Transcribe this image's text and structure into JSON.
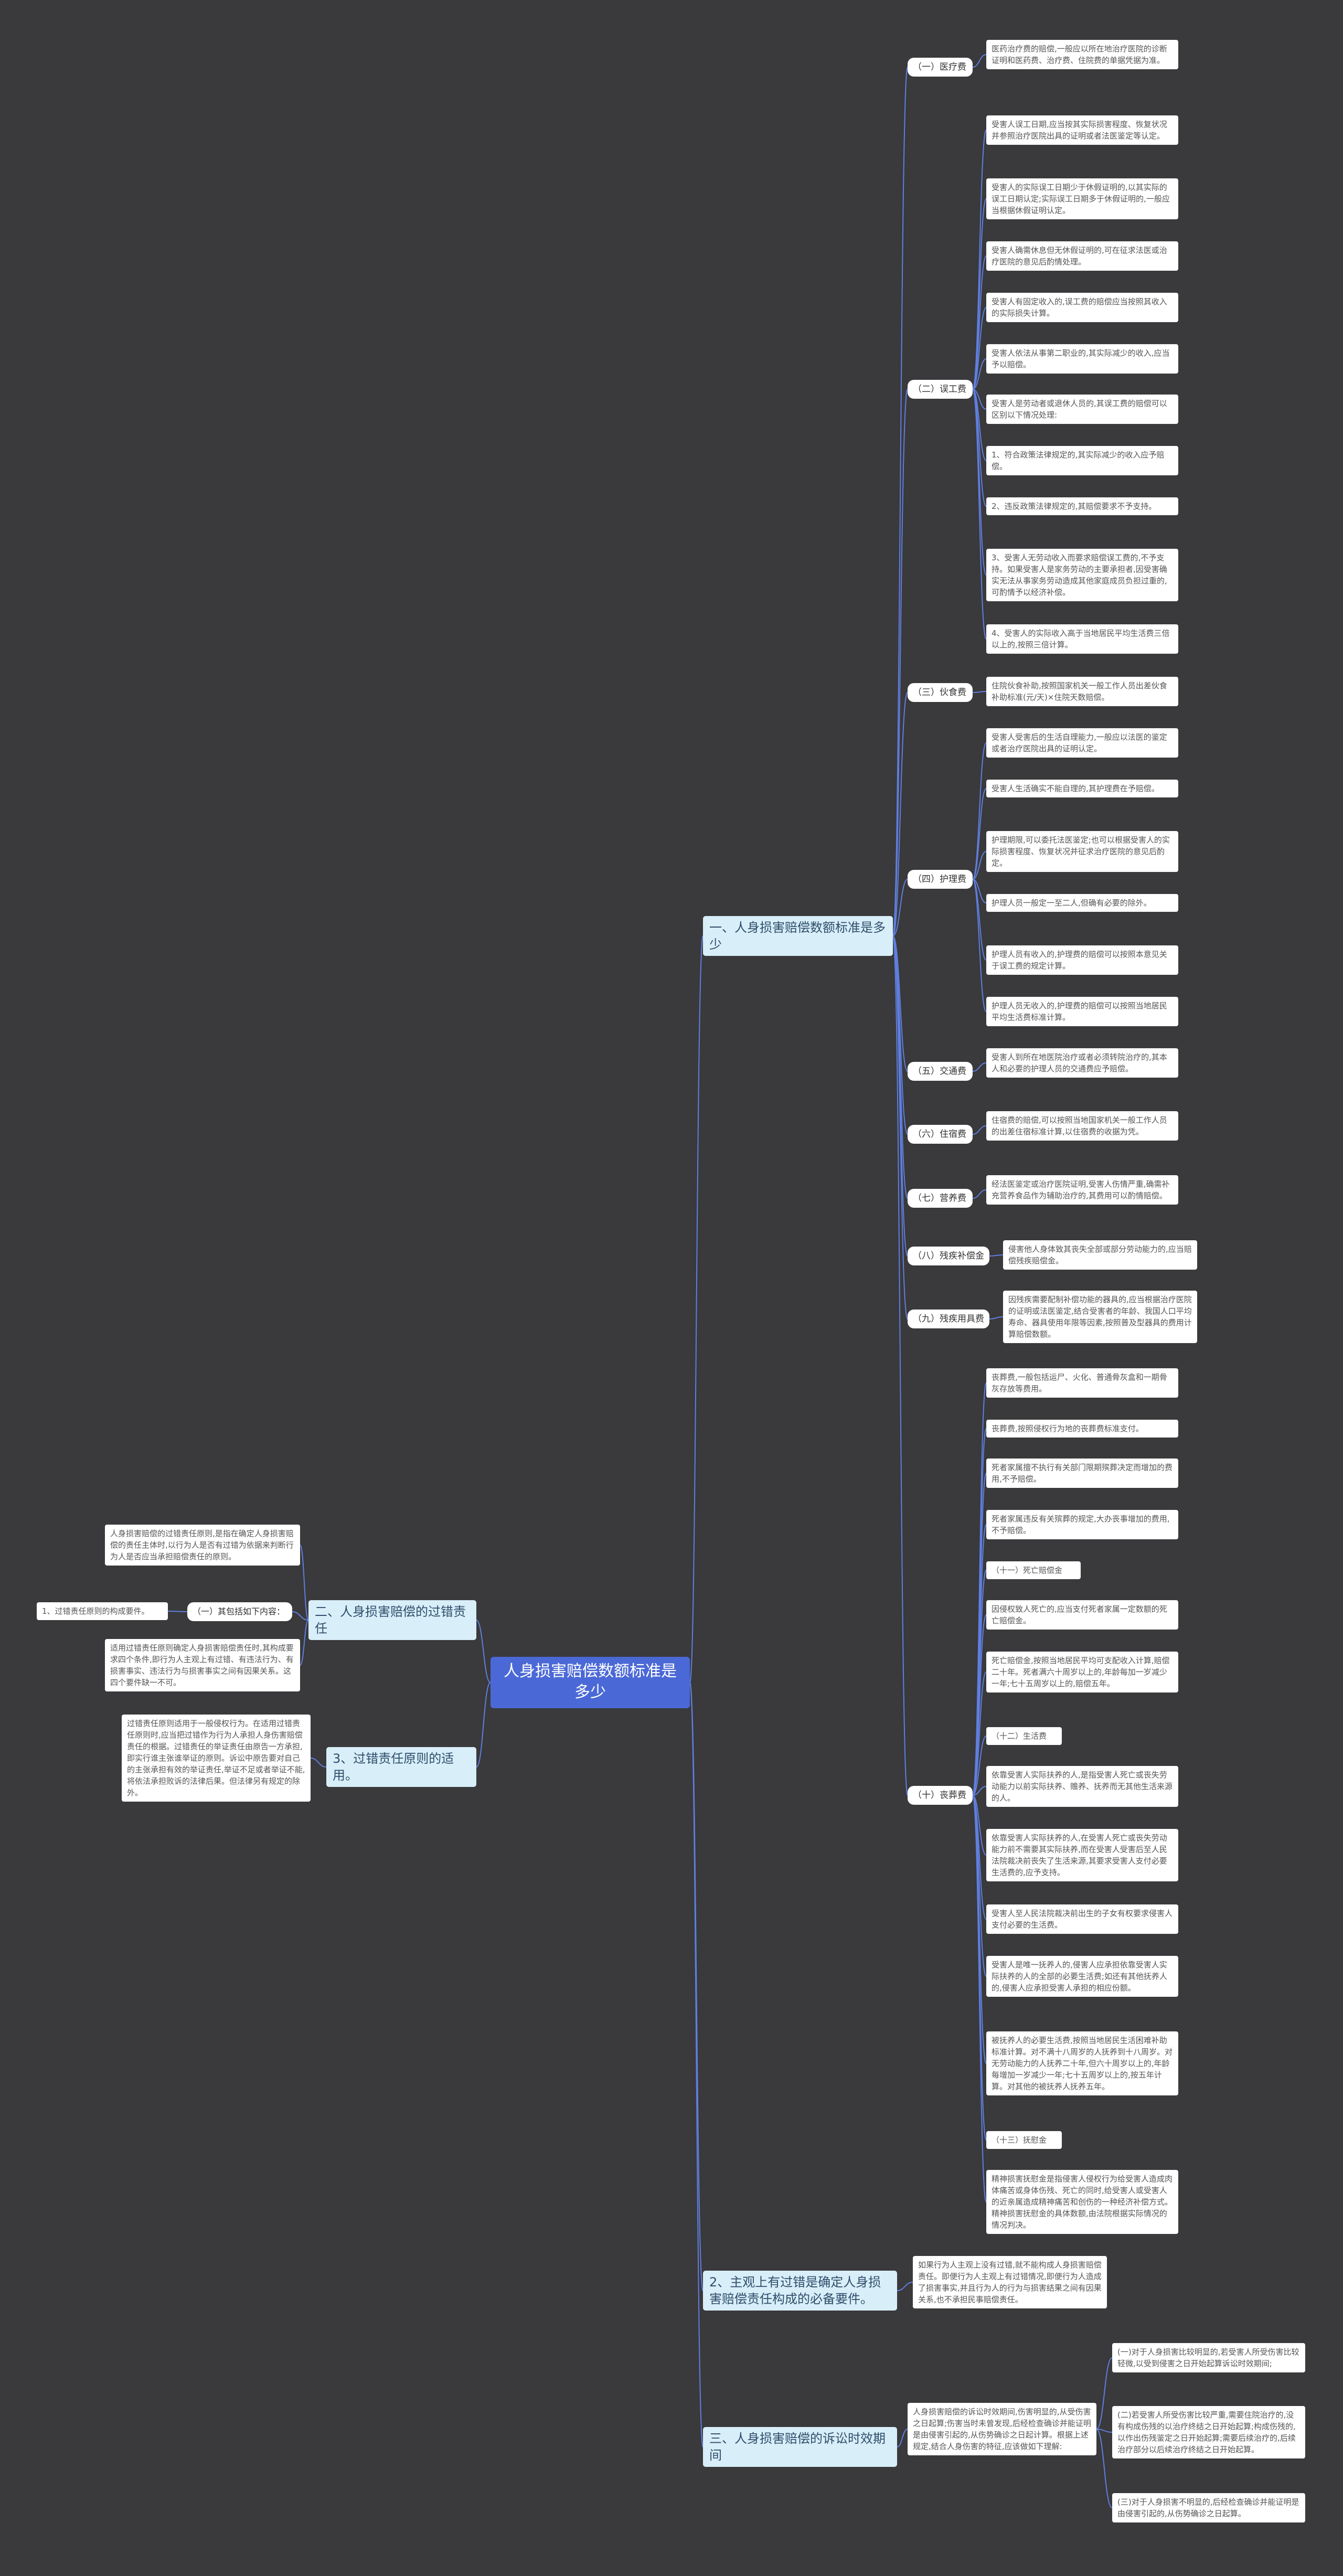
{
  "root": "人身损害赔偿数额标准是多少",
  "b1": {
    "title": "一、人身损害赔偿数额标准是多少",
    "c1": {
      "label": "（一）医疗费",
      "t1": "医药治疗费的赔偿,一般应以所在地治疗医院的诊断证明和医药费、治疗费、住院费的单据凭据为准。"
    },
    "c2": {
      "label": "（二）误工费",
      "t1": "受害人误工日期,应当按其实际损害程度、恢复状况并参照治疗医院出具的证明或者法医鉴定等认定。",
      "t2": "受害人的实际误工日期少于休假证明的,以其实际的误工日期认定;实际误工日期多于休假证明的,一般应当根据休假证明认定。",
      "t3": "受害人确需休息但无休假证明的,可在征求法医或治疗医院的意见后酌情处理。",
      "t4": "受害人有固定收入的,误工费的赔偿应当按照其收入的实际损失计算。",
      "t5": "受害人依法从事第二职业的,其实际减少的收入,应当予以赔偿。",
      "t6": "受害人是劳动者或退休人员的,其误工费的赔偿可以区别以下情况处理:",
      "t7": "1、符合政策法律规定的,其实际减少的收入应予赔偿。",
      "t8": "2、违反政策法律规定的,其赔偿要求不予支持。",
      "t9": "3、受害人无劳动收入而要求赔偿误工费的,不予支持。如果受害人是家务劳动的主要承担者,因受害确实无法从事家务劳动造成其他家庭成员负担过重的,可酌情予以经济补偿。",
      "t10": "4、受害人的实际收入高于当地居民平均生活费三倍以上的,按照三倍计算。"
    },
    "c3": {
      "label": "（三）伙食费",
      "t1": "住院伙食补助,按照国家机关一般工作人员出差伙食补助标准(元/天)×住院天数赔偿。"
    },
    "c4": {
      "label": "（四）护理费",
      "t1": "受害人受害后的生活自理能力,一般应以法医的鉴定或者治疗医院出具的证明认定。",
      "t2": "受害人生活确实不能自理的,其护理费在予赔偿。",
      "t3": "护理期限,可以委托法医鉴定;也可以根据受害人的实际损害程度、恢复状况并征求治疗医院的意见后酌定。",
      "t4": "护理人员一般定一至二人,但确有必要的除外。",
      "t5": "护理人员有收入的,护理费的赔偿可以按照本意见关于误工费的规定计算。",
      "t6": "护理人员无收入的,护理费的赔偿可以按照当地居民平均生活费标准计算。"
    },
    "c5": {
      "label": "（五）交通费",
      "t1": "受害人到所在地医院治疗或者必须转院治疗的,其本人和必要的护理人员的交通费应予赔偿。"
    },
    "c6": {
      "label": "（六）住宿费",
      "t1": "住宿费的赔偿,可以按照当地国家机关一般工作人员的出差住宿标准计算,以住宿费的收据为凭。"
    },
    "c7": {
      "label": "（七）营养费",
      "t1": "经法医鉴定或治疗医院证明,受害人伤情严重,确需补充营养食品作为辅助治疗的,其费用可以酌情赔偿。"
    },
    "c8": {
      "label": "（八）残疾补偿金",
      "t1": "侵害他人身体致其丧失全部或部分劳动能力的,应当赔偿残疾赔偿金。"
    },
    "c9": {
      "label": "（九）残疾用具费",
      "t1": "因残疾需要配制补偿功能的器具的,应当根据治疗医院的证明或法医鉴定,结合受害者的年龄、我国人口平均寿命、器具使用年限等因素,按照普及型器具的费用计算赔偿数额。"
    },
    "c10": {
      "label": "（十）丧葬费",
      "t1": "丧葬费,一般包括运尸、火化、普通骨灰盒和一期骨灰存放等费用。",
      "t2": "丧葬费,按照侵权行为地的丧葬费标准支付。",
      "t3": "死者家属擅不执行有关部门限期殡葬决定而增加的费用,不予赔偿。",
      "t4": "死者家属违反有关殡葬的规定,大办丧事增加的费用,不予赔偿。",
      "t5": "（十一）死亡赔偿金",
      "t6": "因侵权致人死亡的,应当支付死者家属一定数额的死亡赔偿金。",
      "t7": "死亡赔偿金,按照当地居民平均可支配收入计算,赔偿二十年。死者满六十周岁以上的,年龄每加一岁减少一年;七十五周岁以上的,赔偿五年。",
      "t8": "（十二）生活费",
      "t9": "依靠受害人实际扶养的人,是指受害人死亡或丧失劳动能力以前实际扶养、赡养、抚养而无其他生活来源的人。",
      "t10": "依靠受害人实际扶养的人,在受害人死亡或丧失劳动能力前不需要其实际扶养,而在受害人受害后至人民法院裁决前丧失了生活来源,其要求受害人支付必要生活费的,应予支持。",
      "t11": "受害人至人民法院裁决前出生的子女有权要求侵害人支付必要的生活费。",
      "t12": "受害人是唯一抚养人的,侵害人应承担依靠受害人实际扶养的人的全部的必要生活费;如还有其他抚养人的,侵害人应承担受害人承担的相应份额。",
      "t13": "被抚养人的必要生活费,按照当地居民生活困难补助标准计算。对不满十八周岁的人抚养到十八周岁。对无劳动能力的人抚养二十年,但六十周岁以上的,年龄每增加一岁减少一年;七十五周岁以上的,按五年计算。对其他的被抚养人抚养五年。",
      "t14": "（十三）抚慰金",
      "t15": "精神损害抚慰金是指侵害人侵权行为给受害人造成肉体痛苦或身体伤残、死亡的同时,给受害人或受害人的近亲属造成精神痛苦和创伤的一种经济补偿方式。精神损害抚慰金的具体数额,由法院根据实际情况的情况判决。"
    }
  },
  "b2": {
    "title": "2、主观上有过错是确定人身损害赔偿责任构成的必备要件。",
    "t1": "如果行为人主观上没有过错,就不能构成人身损害赔偿责任。即便行为人主观上有过错情况,即便行为人造成了损害事实,并且行为人的行为与损害结果之间有因果关系,也不承担民事赔偿责任。"
  },
  "b3": {
    "title": "三、人身损害赔偿的诉讼时效期间",
    "t1": "人身损害赔偿的诉讼时效期间,伤害明显的,从受伤害之日起算;伤害当时未曾发现,后经检查确诊并能证明是由侵害引起的,从伤势确诊之日起计算。根据上述规定,结合人身伤害的特征,应该做如下理解:",
    "t2": "(一)对于人身损害比较明显的,若受害人所受伤害比较轻微,以受到侵害之日开始起算诉讼时效期间;",
    "t3": "(二)若受害人所受伤害比较严重,需要住院治疗的,没有构成伤残的以治疗终结之日开始起算;构成伤残的,以作出伤残鉴定之日开始起算;需要后续治疗的,后续治疗部分以后续治疗终结之日开始起算。",
    "t4": "(三)对于人身损害不明显的,后经检查确诊并能证明是由侵害引起的,从伤势确诊之日起算。"
  },
  "b4": {
    "title": "二、人身损害赔偿的过错责任",
    "t1": "人身损害赔偿的过错责任原则,是指在确定人身损害赔偿的责任主体时,以行为人是否有过错为依据来判断行为人是否应当承担赔偿责任的原则。",
    "sub": "（一）其包括如下内容：",
    "sub_t1": "1、过错责任原则的构成要件。",
    "t2": "适用过错责任原则确定人身损害赔偿责任时,其构成要求四个条件,即行为人主观上有过错、有违法行为、有损害事实、违法行为与损害事实之间有因果关系。这四个要件缺一不可。"
  },
  "b5": {
    "title": "3、过错责任原则的适用。",
    "t1": "过错责任原则适用于一般侵权行为。在适用过错责任原则时,应当把过错作为行为人承担人身伤害赔偿责任的根据。过错责任的举证责任由原告一方承担,即实行谁主张谁举证的原则。诉讼中原告要对自己的主张承担有效的举证责任,举证不足或者举证不能,将依法承担败诉的法律后果。但法律另有规定的除外。"
  }
}
